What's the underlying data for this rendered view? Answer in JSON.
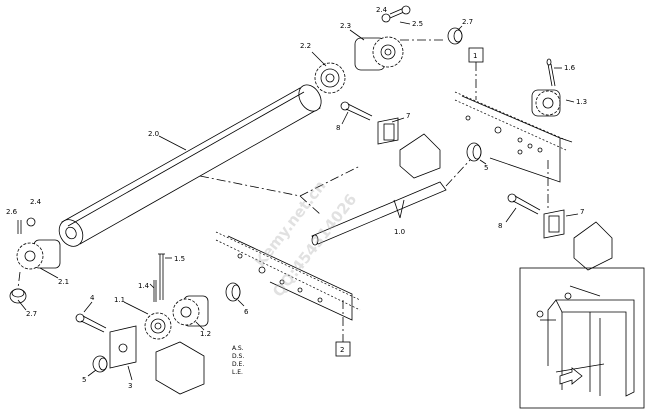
{
  "labels": {
    "p20": "2.0",
    "p21": "2.1",
    "p22": "2.2",
    "p23": "2.3",
    "p24a": "2.4",
    "p24b": "2.4",
    "p25": "2.5",
    "p26": "2.6",
    "p27a": "2.7",
    "p27b": "2.7",
    "p10": "1.0",
    "p11": "1.1",
    "p12": "1.2",
    "p13": "1.3",
    "p14": "1.4",
    "p15": "1.5",
    "p16": "1.6",
    "p3": "3",
    "p4": "4",
    "p5a": "5",
    "p5b": "5",
    "p6": "6",
    "p7a": "7",
    "p7b": "7",
    "p8a": "8",
    "p8b": "8",
    "box1": "1",
    "box2": "2"
  },
  "legend": [
    "A.S.",
    "D.S.",
    "D.E.",
    "L.E."
  ],
  "watermark": {
    "line1": "Kemy.net.cn",
    "line2": "QQ:454314026"
  }
}
